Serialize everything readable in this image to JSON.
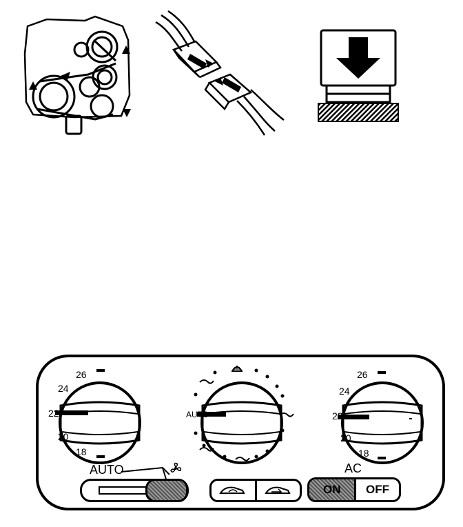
{
  "left_dial": {
    "ticks": [
      "26",
      "24",
      "22",
      "20",
      "18"
    ]
  },
  "middle_dial": {
    "label": "AUTO"
  },
  "right_dial": {
    "ticks": [
      "26",
      "24",
      "22",
      "20",
      "18"
    ]
  },
  "auto_label": "AUTO",
  "ac_label": "AC",
  "ac_on": "ON",
  "ac_off": "OFF",
  "icons": [
    "engine-belt-diagram",
    "connector-diagram",
    "down-arrow-press-icon",
    "fan-icon",
    "defrost-icon",
    "recirculation-icon",
    "fresh-air-icon"
  ]
}
